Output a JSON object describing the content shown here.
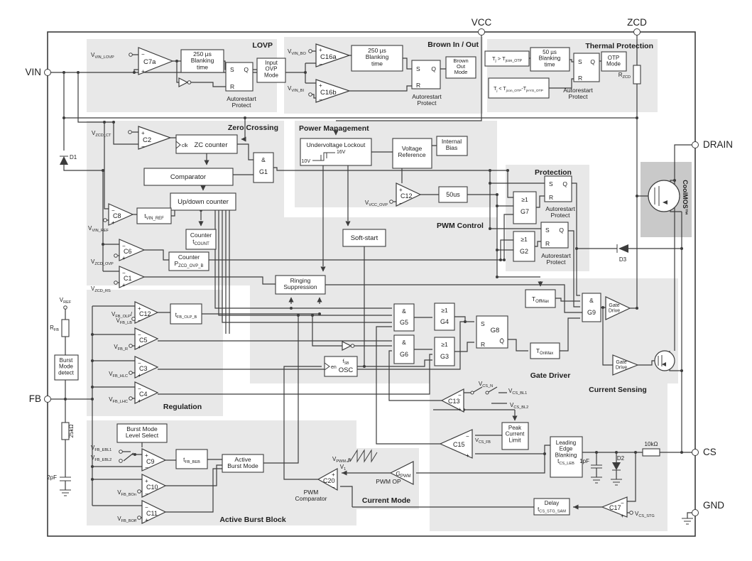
{
  "colors": {
    "block_fill": "#e8e8e8",
    "line": "#3c3c3c"
  },
  "sym": {
    "plus": "+",
    "minus": "−",
    "amp": "&",
    "or": "≥1",
    "s": "S",
    "r": "R",
    "q": "Q",
    "qbar": "Q̄",
    "clk": "clk",
    "en": "en"
  },
  "shared": {
    "autorestart": "Autorestart\nProtect"
  },
  "pins": {
    "vin": "VIN",
    "vcc": "VCC",
    "zcd": "ZCD",
    "drain": "DRAIN",
    "fb": "FB",
    "cs": "CS",
    "gnd": "GND"
  },
  "lovp": {
    "title": "LOVP",
    "vin_lovp": "V~VIN_LOVP~",
    "c7a": "C7a",
    "blanking": "250 µs\nBlanking\ntime",
    "mode": "Input\nOVP\nMode"
  },
  "brown": {
    "title": "Brown In / Out",
    "vbo": "V~VIN_BO~",
    "vbi": "V~VIN_BI~",
    "c16a": "C16a",
    "c16b": "C16b",
    "blanking": "250 µs\nBlanking\ntime",
    "mode": "Brown\nOut\nMode"
  },
  "thermal": {
    "title": "Thermal Protection",
    "cond_hi": "T~j~ > T~jcon_OTP~",
    "cond_lo": "T~j~ < T~jcon_OTP~-T~jHYS_OTP~",
    "blanking": "50 µs\nBlanking\ntime",
    "mode": "OTP\nMode"
  },
  "zerocross": {
    "title": "Zero Crossing",
    "vzcd_ct": "V~ZCD_CT~",
    "c2": "C2",
    "zc_counter": "ZC counter",
    "comparator": "Comparator",
    "updown": "Up/down counter",
    "g1": "G1",
    "c8": "C8",
    "tvin_ref": "t~VIN_REF~",
    "vvin_ref": "V~VIN_REF~",
    "counter_t": "Counter\nt~COUNT~",
    "c6": "C6",
    "vzcd_ovp": "V~ZCD_OVP~",
    "counter_p": "Counter\nP~ZCD_OVP_B~",
    "c1": "C1",
    "vzcd_rs": "V~ZCD_RS~"
  },
  "power": {
    "title": "Power Management",
    "uvlo": "Undervoltage Lockout",
    "v10": "10V",
    "v16": "16V",
    "vref_box": "Voltage\nReference",
    "bias": "Internal\nBias",
    "c12": "C12",
    "vvcc_ovp": "V~VCC_OVP~",
    "t50": "50us"
  },
  "protection": {
    "title": "Protection",
    "g7": "G7",
    "g2": "G2"
  },
  "pwm": {
    "title": "PWM Control",
    "softstart": "Soft-start",
    "ringing": "Ringing\nSuppression",
    "g5": "G5",
    "g4": "G4",
    "g6": "G6",
    "g3": "G3",
    "g8": "G8",
    "g9": "G9",
    "osc_f": "f~SB~",
    "osc": "OSC",
    "toffmax": "T~OffMax~",
    "tonmax": "T~OnMax~"
  },
  "gatedrv": {
    "title": "Gate Driver",
    "drive": "Gate\nDrive"
  },
  "regulation": {
    "title": "Regulation",
    "c12": "C12",
    "volp": "V~FB_OLP~/",
    "vlb": "V~FB_LB~",
    "tfb": "t~FB_OLP_B~",
    "c5": "C5",
    "vfb_r": "V~FB_R~",
    "c3": "C3",
    "vfb_hlc": "V~FB_HLC~",
    "c4": "C4",
    "vfb_lhc": "V~FB_LHC~"
  },
  "burst": {
    "title": "Active Burst Block",
    "level": "Burst Mode\nLevel Select",
    "ebl1": "V~FB_EBL1~",
    "ebl2": "V~FB_EBL2~",
    "c9": "C9",
    "tbeb": "t~FB_BEB~",
    "abm": "Active\nBurst Mode",
    "c10": "C10",
    "bon": "V~FB_BOn~",
    "c11": "C11",
    "boff": "V~FB_BOff~"
  },
  "currentmode": {
    "title": "Current Mode",
    "vpwm": "V~PWM~",
    "v1": "V~1~",
    "c20": "C20",
    "pwm_comp": "PWM\nComparator",
    "gpwm": "G~PWM~",
    "pwm_op": "PWM OP"
  },
  "sensing": {
    "title": "Current Sensing",
    "c13": "C13",
    "vcs_n": "V~CS_N~",
    "bl1": "V~CS_BL1~",
    "bl2": "V~CS_BL2~",
    "c15": "C15",
    "vcs_fb": "V~CS_FB~",
    "peak": "Peak\nCurrent\nLimit",
    "leb": "Leading\nEdge\nBlanking\nt~CS_LEB~",
    "r10k": "10kΩ",
    "c1pf": "1pF",
    "d2": "D2",
    "delay": "Delay\nt~CS_STG_SAM~",
    "c17": "C17",
    "vcs_stg": "V~CS_STG~"
  },
  "left": {
    "vref": "V~REF~",
    "rfb": "R~FB~",
    "detect": "Burst\nMode\ndetect",
    "r25k": "25kΩ",
    "c2pf": "2pF",
    "d1": "D1"
  },
  "right": {
    "rzcd": "R~ZCD~",
    "coolmos": "CoolMOS™",
    "d3": "D3"
  }
}
